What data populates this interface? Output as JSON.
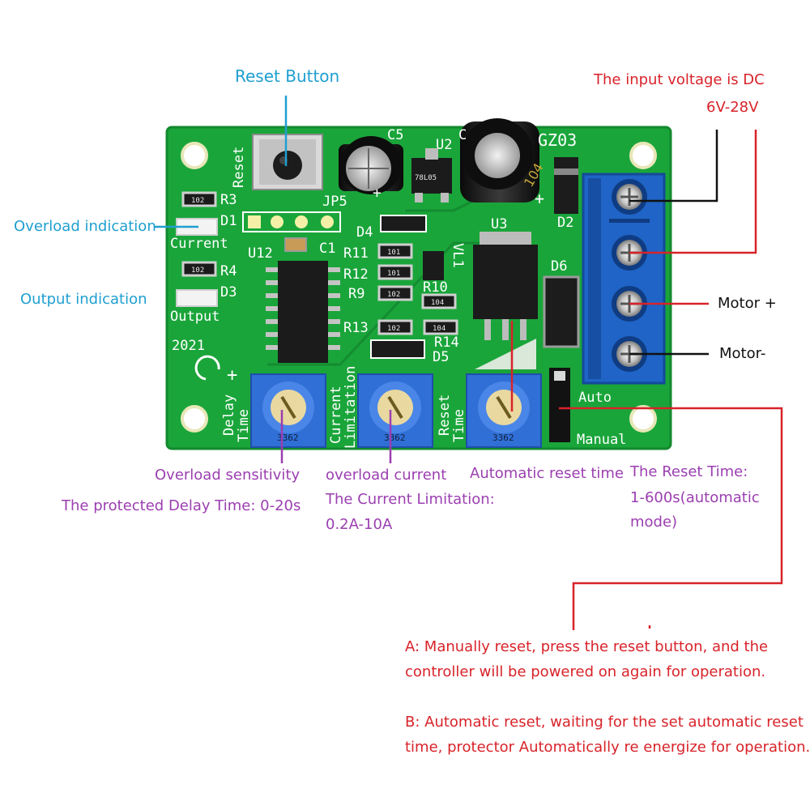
{
  "labels": {
    "reset_button": "Reset Button",
    "input_voltage_line1": "The input voltage is DC",
    "input_voltage_line2": "6V-28V",
    "overload_indication": "Overload indication",
    "output_indication": "Output indication",
    "motor_plus": "Motor +",
    "motor_minus": "Motor-",
    "overload_sensitivity": "Overload sensitivity",
    "protected_delay_time": "The protected Delay Time: 0-20s",
    "overload_current": "overload current",
    "current_limitation_line1": "The Current Limitation:",
    "current_limitation_line2": "0.2A-10A",
    "automatic_reset_time": "Automatic reset time",
    "reset_time_line1": "The Reset Time:",
    "reset_time_line2": "1-600s(automatic",
    "reset_time_line3": "mode)"
  },
  "notes": {
    "manual_line1": "A: Manually reset, press the reset button, and the",
    "manual_line2": "controller will be powered on again for operation.",
    "auto_line1": "B: Automatic reset, waiting for the set automatic reset",
    "auto_line2": "time, protector Automatically re energize for operation."
  },
  "silkscreen": {
    "board_id": "GZ03",
    "reset": "Reset",
    "jp5": "JP5",
    "c5": "C5",
    "u2": "U2",
    "c": "C",
    "r3": "R3",
    "d1": "D1",
    "current": "Current",
    "u12": "U12",
    "c1": "C1",
    "r4": "R4",
    "d3": "D3",
    "output": "Output",
    "year": "2021",
    "d4": "D4",
    "r11": "R11",
    "r12": "R12",
    "r9": "R9",
    "r10": "R10",
    "r13": "R13",
    "r14": "R14",
    "d5": "D5",
    "vl1": "VL1",
    "u3": "U3",
    "d2": "D2",
    "d6": "D6",
    "auto": "Auto",
    "manual": "Manual",
    "delay": "Delay",
    "time": "Time",
    "current_v": "Current",
    "limitation": "Limitation",
    "reset_v": "Reset",
    "pot_code": "3362",
    "smd_102": "102",
    "smd_101": "101",
    "smd_104": "104",
    "regulator": "78L05",
    "plus": "+"
  },
  "colors": {
    "pcb": "#1aa53a",
    "pcb_dark": "#138a2e",
    "terminal": "#1f64c6",
    "pot": "#2f6fd6",
    "label_blue": "#1f9fd0",
    "label_red": "#d8232a",
    "label_purple": "#9b3fb0"
  }
}
